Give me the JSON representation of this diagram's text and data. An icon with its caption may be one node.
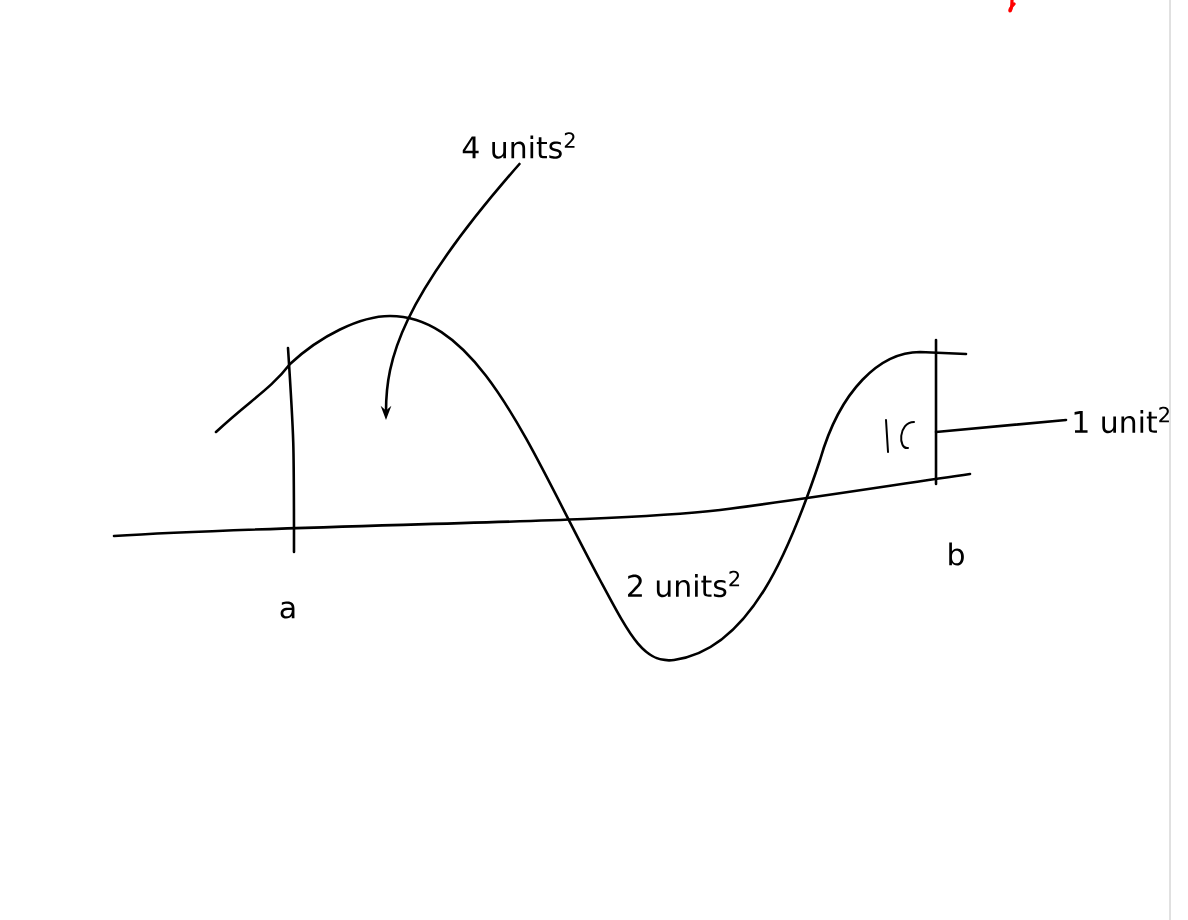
{
  "diagram": {
    "nodes": [
      {
        "text": [
          "4 units$^{2}$"
        ]
      },
      {
        "text": [
          "1 unit$^{2}$"
        ]
      }
    ],
    "edges": [
      {
        "from": 0,
        "to": null,
        "arrow": "to"
      },
      {
        "from": 1,
        "to": null,
        "arrow": "none"
      }
    ],
    "labels": [
      "2 units$^{2}$",
      "a",
      "b"
    ]
  }
}
